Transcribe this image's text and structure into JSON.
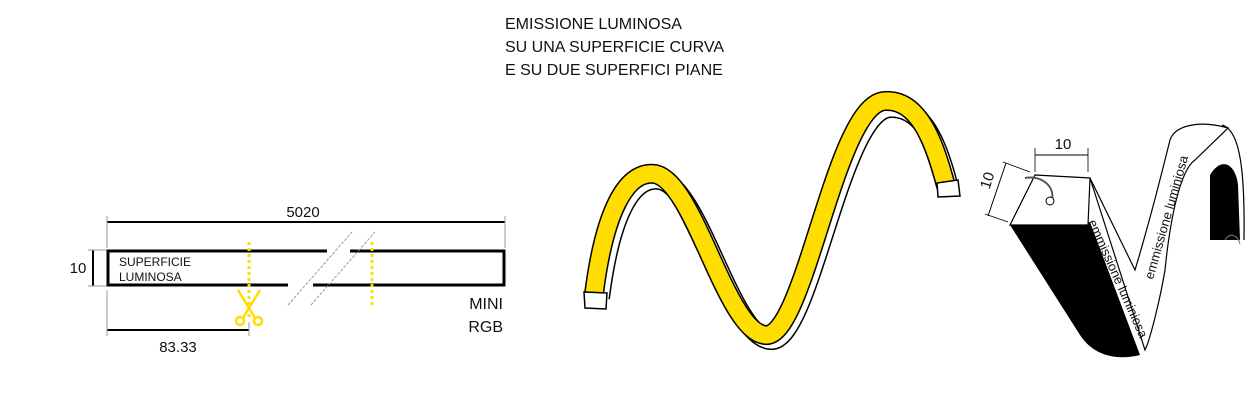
{
  "title_lines": [
    "EMISSIONE LUMINOSA",
    "SU UNA SUPERFICIE CURVA",
    "E SU DUE SUPERFICI PIANE"
  ],
  "profile": {
    "length_label": "5020",
    "height_label": "10",
    "cut_label": "83.33",
    "surface_label_lines": [
      "SUPERFICIE",
      "LUMINOSA"
    ],
    "model_lines": [
      "MINI",
      "RGB"
    ]
  },
  "perspective": {
    "width_label": "10",
    "height_label": "10",
    "side_label_1": "emmissione luminiosa",
    "side_label_2": "emmissione luminiosa"
  },
  "colors": {
    "accent_yellow": "#FFDD00",
    "outline": "#000000",
    "break_line": "#999999"
  },
  "icons": [
    "scissors-icon"
  ]
}
